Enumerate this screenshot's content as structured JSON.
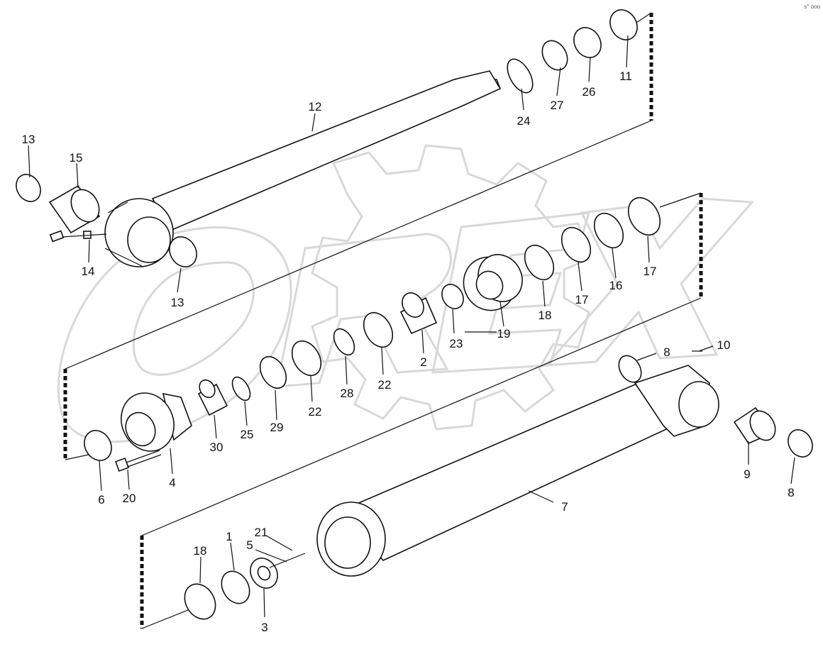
{
  "corner_mark": "s° ooo",
  "watermark": "OREX",
  "callouts": [
    {
      "id": "c12",
      "text": "12"
    },
    {
      "id": "c24",
      "text": "24"
    },
    {
      "id": "c27",
      "text": "27"
    },
    {
      "id": "c26",
      "text": "26"
    },
    {
      "id": "c11",
      "text": "11"
    },
    {
      "id": "c13a",
      "text": "13"
    },
    {
      "id": "c15",
      "text": "15"
    },
    {
      "id": "c14",
      "text": "14"
    },
    {
      "id": "c13b",
      "text": "13"
    },
    {
      "id": "c17a",
      "text": "17"
    },
    {
      "id": "c16",
      "text": "16"
    },
    {
      "id": "c17b",
      "text": "17"
    },
    {
      "id": "c18a",
      "text": "18"
    },
    {
      "id": "c19",
      "text": "19"
    },
    {
      "id": "c23",
      "text": "23"
    },
    {
      "id": "c2",
      "text": "2"
    },
    {
      "id": "c22a",
      "text": "22"
    },
    {
      "id": "c28",
      "text": "28"
    },
    {
      "id": "c22b",
      "text": "22"
    },
    {
      "id": "c29",
      "text": "29"
    },
    {
      "id": "c25",
      "text": "25"
    },
    {
      "id": "c30",
      "text": "30"
    },
    {
      "id": "c4",
      "text": "4"
    },
    {
      "id": "c20",
      "text": "20"
    },
    {
      "id": "c6",
      "text": "6"
    },
    {
      "id": "c8a",
      "text": "8"
    },
    {
      "id": "c10",
      "text": "10"
    },
    {
      "id": "c9",
      "text": "9"
    },
    {
      "id": "c8b",
      "text": "8"
    },
    {
      "id": "c7",
      "text": "7"
    },
    {
      "id": "c18b",
      "text": "18"
    },
    {
      "id": "c1",
      "text": "1"
    },
    {
      "id": "c21",
      "text": "21"
    },
    {
      "id": "c5",
      "text": "5"
    },
    {
      "id": "c3",
      "text": "3"
    }
  ]
}
